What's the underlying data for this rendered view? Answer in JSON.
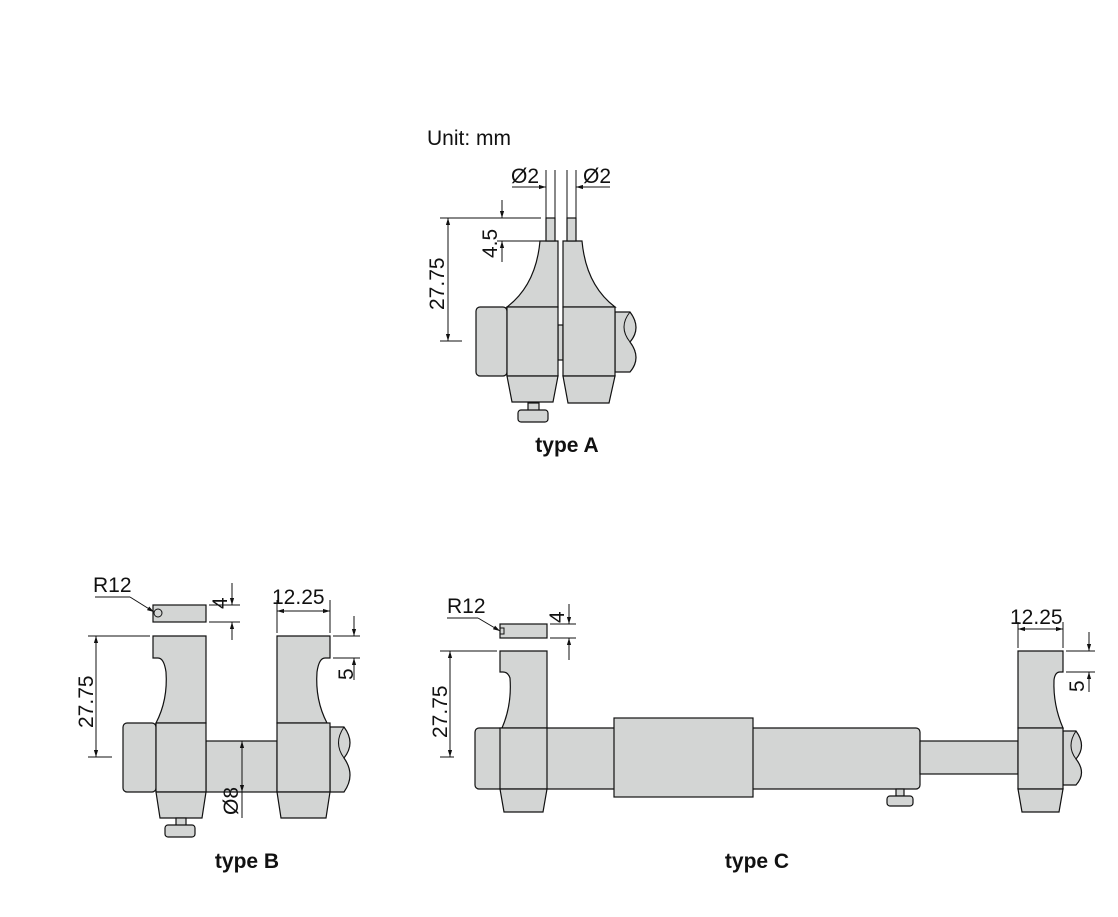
{
  "unit_label": "Unit: mm",
  "type_a": {
    "label": "type A",
    "dia_left": "Ø2",
    "dia_right": "Ø2",
    "tip_length": "4.5",
    "height": "27.75"
  },
  "type_b": {
    "label": "type B",
    "radius": "R12",
    "cap_thickness": "4",
    "width": "12.25",
    "notch": "5",
    "height": "27.75",
    "rod_dia": "Ø8"
  },
  "type_c": {
    "label": "type C",
    "radius": "R12",
    "cap_thickness": "4",
    "width": "12.25",
    "notch": "5",
    "height": "27.75"
  }
}
